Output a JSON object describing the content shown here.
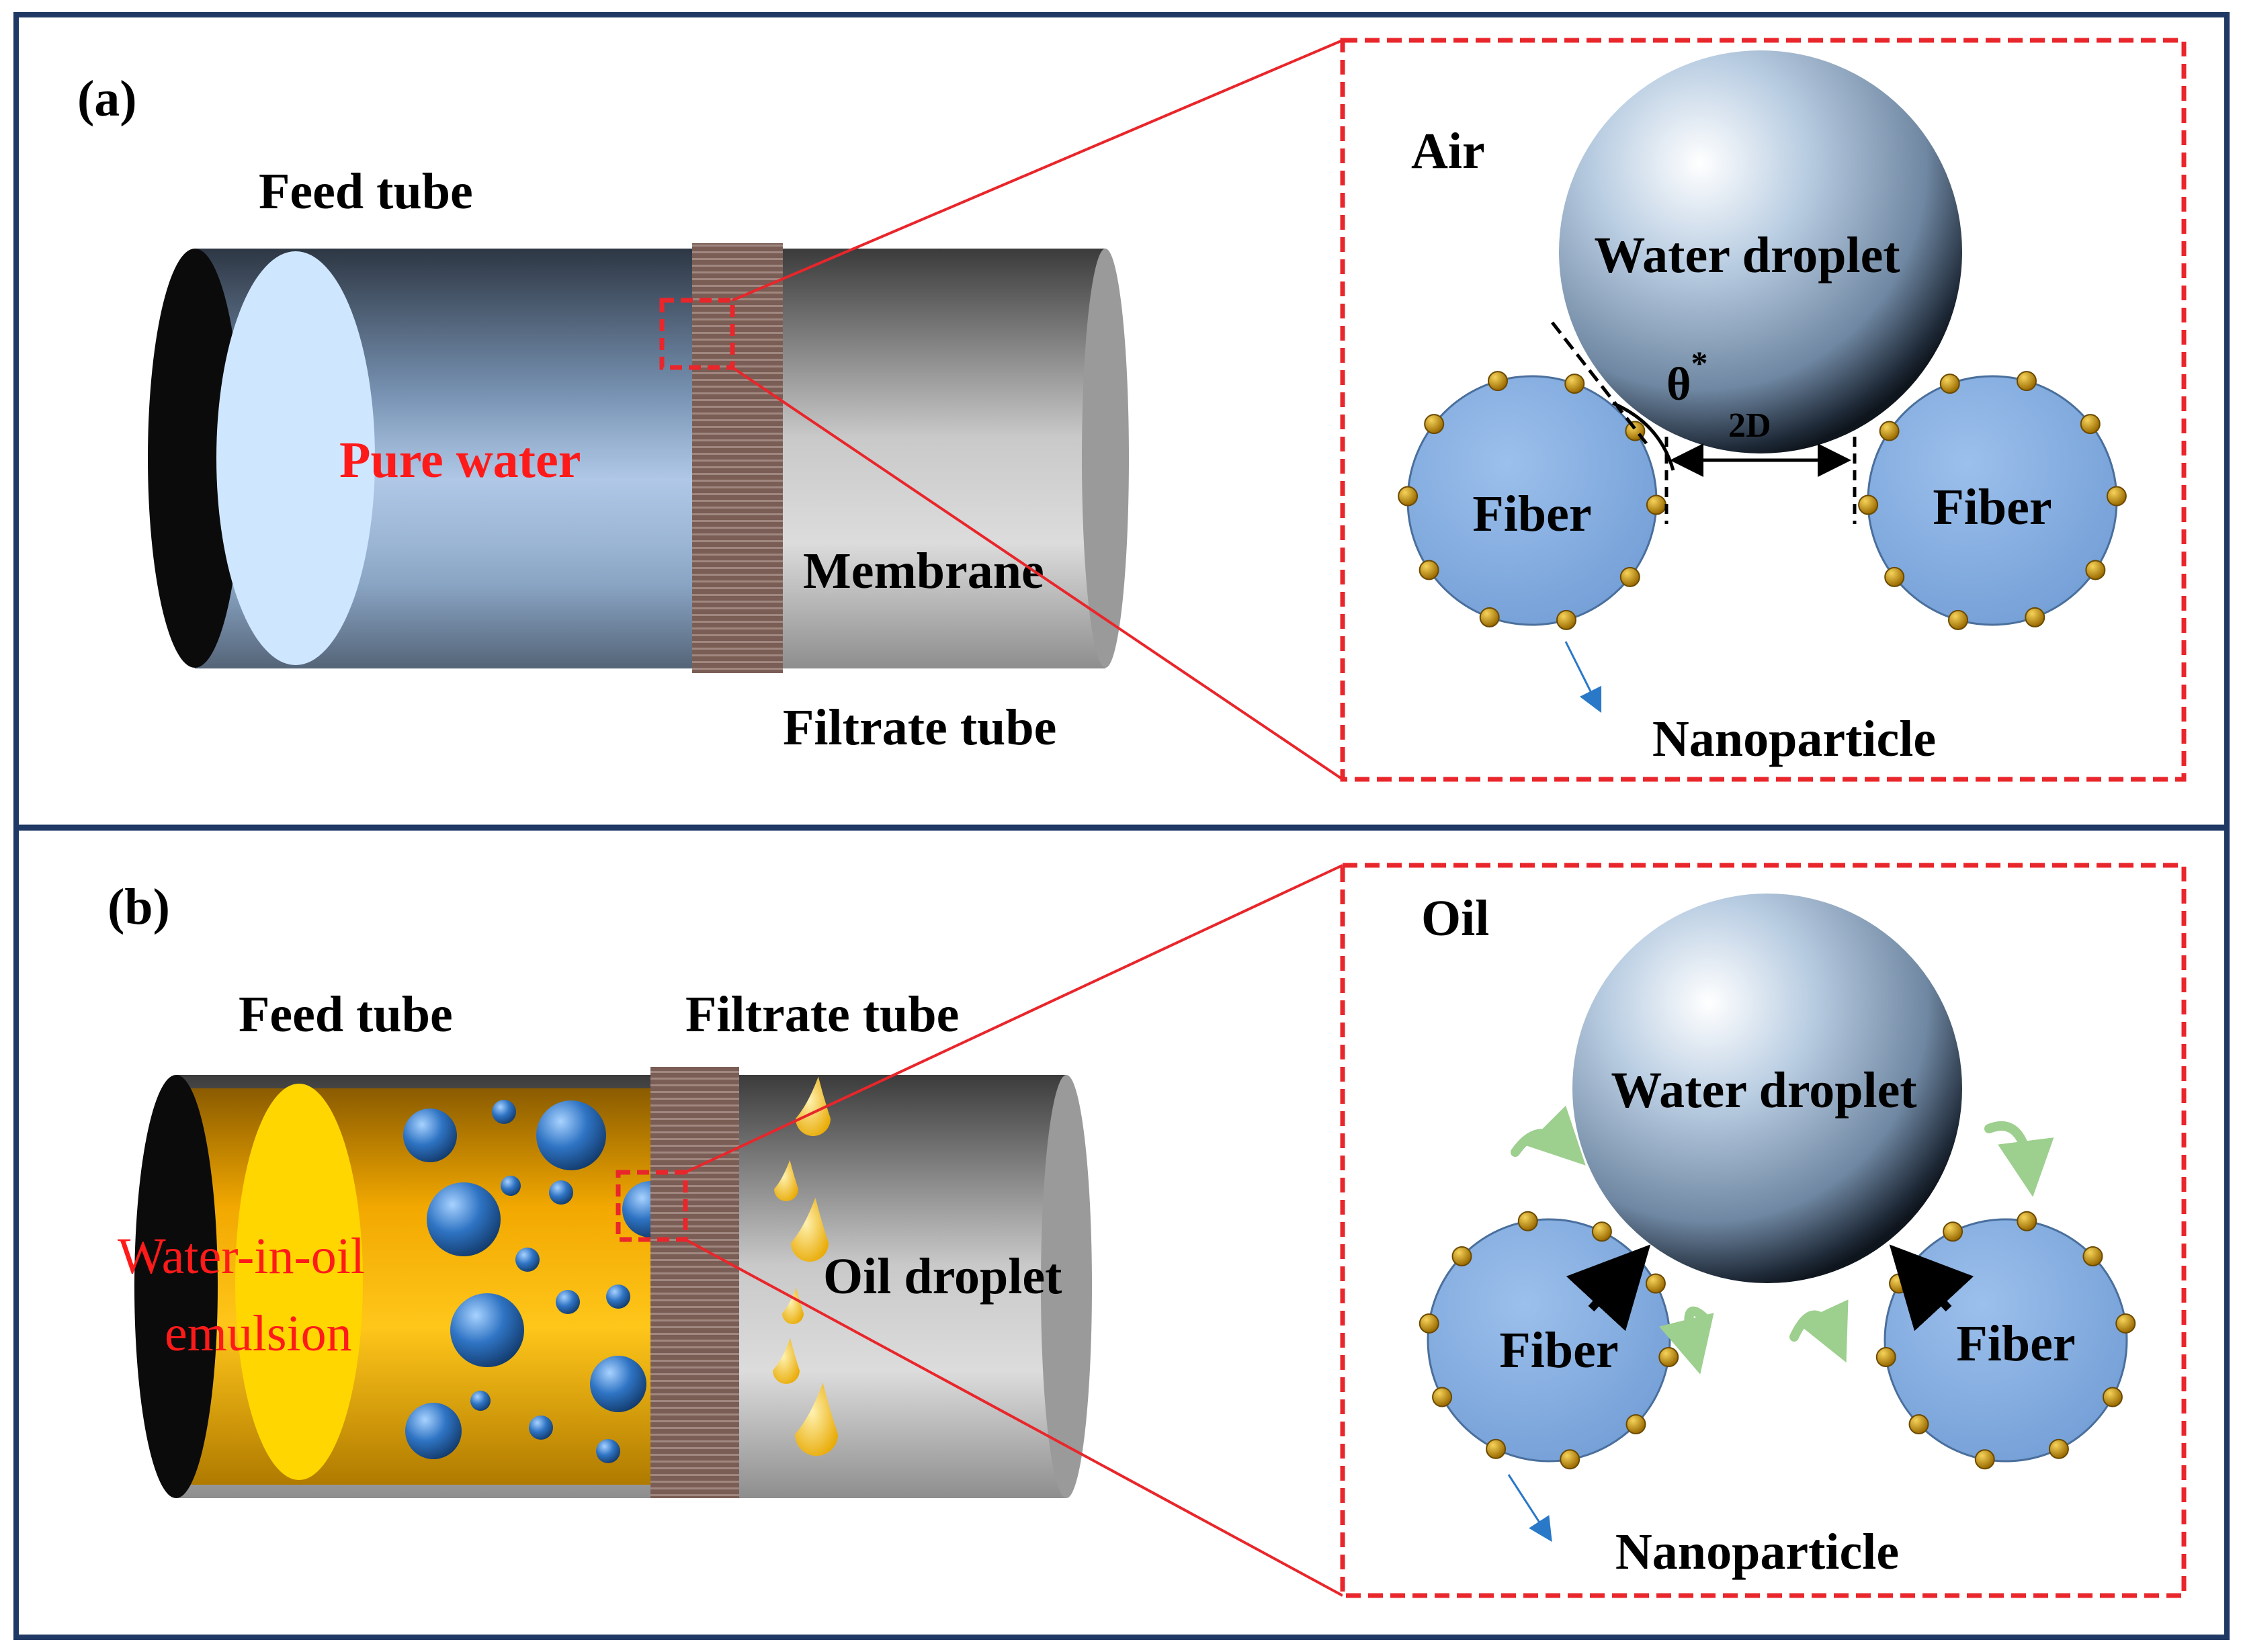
{
  "panel_a": {
    "tag": "(a)",
    "feed_tube": "Feed tube",
    "liquid": "Pure water",
    "membrane": "Membrane",
    "filtrate_tube": "Filtrate tube",
    "inset": {
      "medium": "Air",
      "droplet": "Water droplet",
      "angle_symbol": "θ",
      "angle_sup": "*",
      "spacing": "2D",
      "fiber_left": "Fiber",
      "fiber_right": "Fiber",
      "nanoparticle": "Nanoparticle"
    }
  },
  "panel_b": {
    "tag": "(b)",
    "feed_tube": "Feed tube",
    "filtrate_tube": "Filtrate tube",
    "emulsion_line1": "Water-in-oil",
    "emulsion_line2": "emulsion",
    "oil_droplet": "Oil droplet",
    "inset": {
      "medium": "Oil",
      "droplet": "Water droplet",
      "fiber_left": "Fiber",
      "fiber_right": "Fiber",
      "nanoparticle": "Nanoparticle"
    }
  },
  "colors": {
    "frame": "#1f3864",
    "inset_border": "#e8262b",
    "zoom_line": "#e8262b",
    "red_text": "#ff1a1a",
    "fiber": "#86aee0",
    "nanoparticle": "#c89a10",
    "membrane": "#8a6e64",
    "emulsion": "#f2a800",
    "emulsion_face": "#ffd600",
    "water_face": "#cfe6ff",
    "water_drop": "#2f6fb5",
    "oil_drop": "#f4c542",
    "arrow_blue": "#2a78c8",
    "swirl": "#9dcf8e"
  }
}
